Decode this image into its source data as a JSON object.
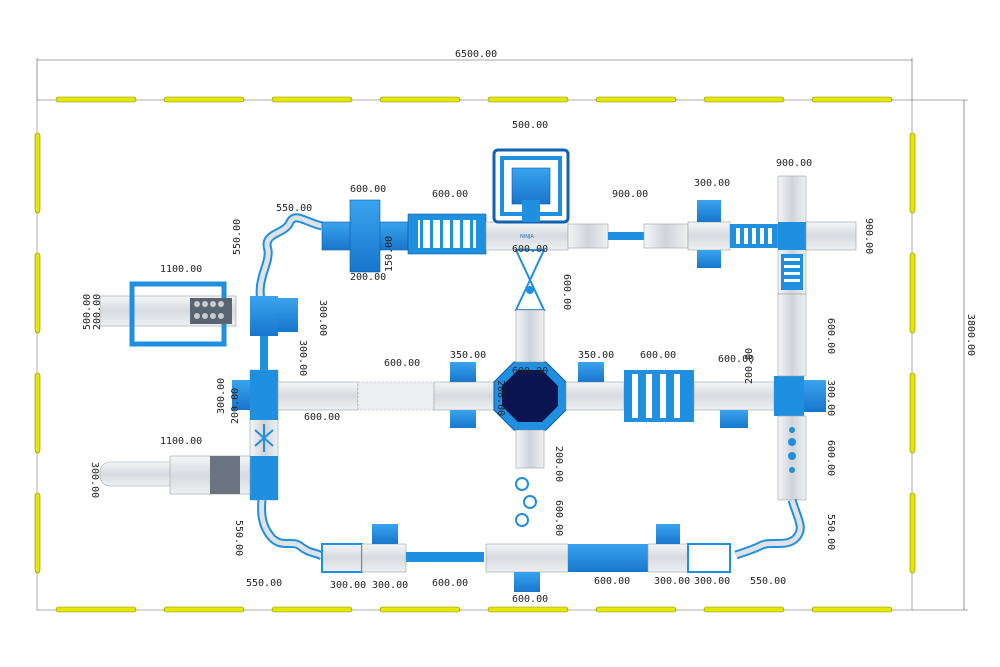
{
  "drawing": {
    "overall_width": "6500.00",
    "overall_height": "3800.00",
    "module_label": "NINJA",
    "colors": {
      "blue": "#1f8fe0",
      "blue_dark": "#1061b0",
      "grey": "#dfe2e6",
      "grey_dark": "#b9bec5",
      "buoy": "#e4e800",
      "pool": "#0a1450"
    },
    "dims": {
      "slide_nw_w": "550.00",
      "slide_nw_h": "550.00",
      "block_600_a": "600.00",
      "block_600_b": "600.00",
      "gap_200": "200.00",
      "h_150": "150.00",
      "tower_500": "500.00",
      "tower_600": "600.00",
      "bridge_900": "900.00",
      "w_300_ne": "300.00",
      "corner_900_w": "900.00",
      "corner_900_h": "900.00",
      "tramp_1100": "1100.00",
      "tramp_500": "500.00",
      "tramp_200": "200.00",
      "left_300": "300.00",
      "left_300_b": "300.00",
      "mid_600_l": "600.00",
      "mid_600_l2": "600.00",
      "mid_350_l": "350.00",
      "mid_350_r": "350.00",
      "mid_600_r": "600.00",
      "mid_600_r2": "600.00",
      "center_600": "600.00",
      "center_v600": "600.00",
      "cross_200": "200.00",
      "right_300": "300.00",
      "right_200": "200.00",
      "left_200": "200.00",
      "left_300_c": "300.00",
      "slide2_1100": "1100.00",
      "slide2_300": "300.00",
      "right_v600": "600.00",
      "right_v600_b": "600.00",
      "center_lower_200": "200.00",
      "center_lower_600": "600.00",
      "slide_sw_550": "550.00",
      "slide_se_550": "550.00",
      "b_550": "550.00",
      "b_300": "300.00",
      "b_300_b": "300.00",
      "b_600": "600.00",
      "b_600_c": "600.00",
      "b_600_r": "600.00",
      "b_300_r": "300.00",
      "b_300_r2": "300.00",
      "b_550_r": "550.00"
    }
  }
}
